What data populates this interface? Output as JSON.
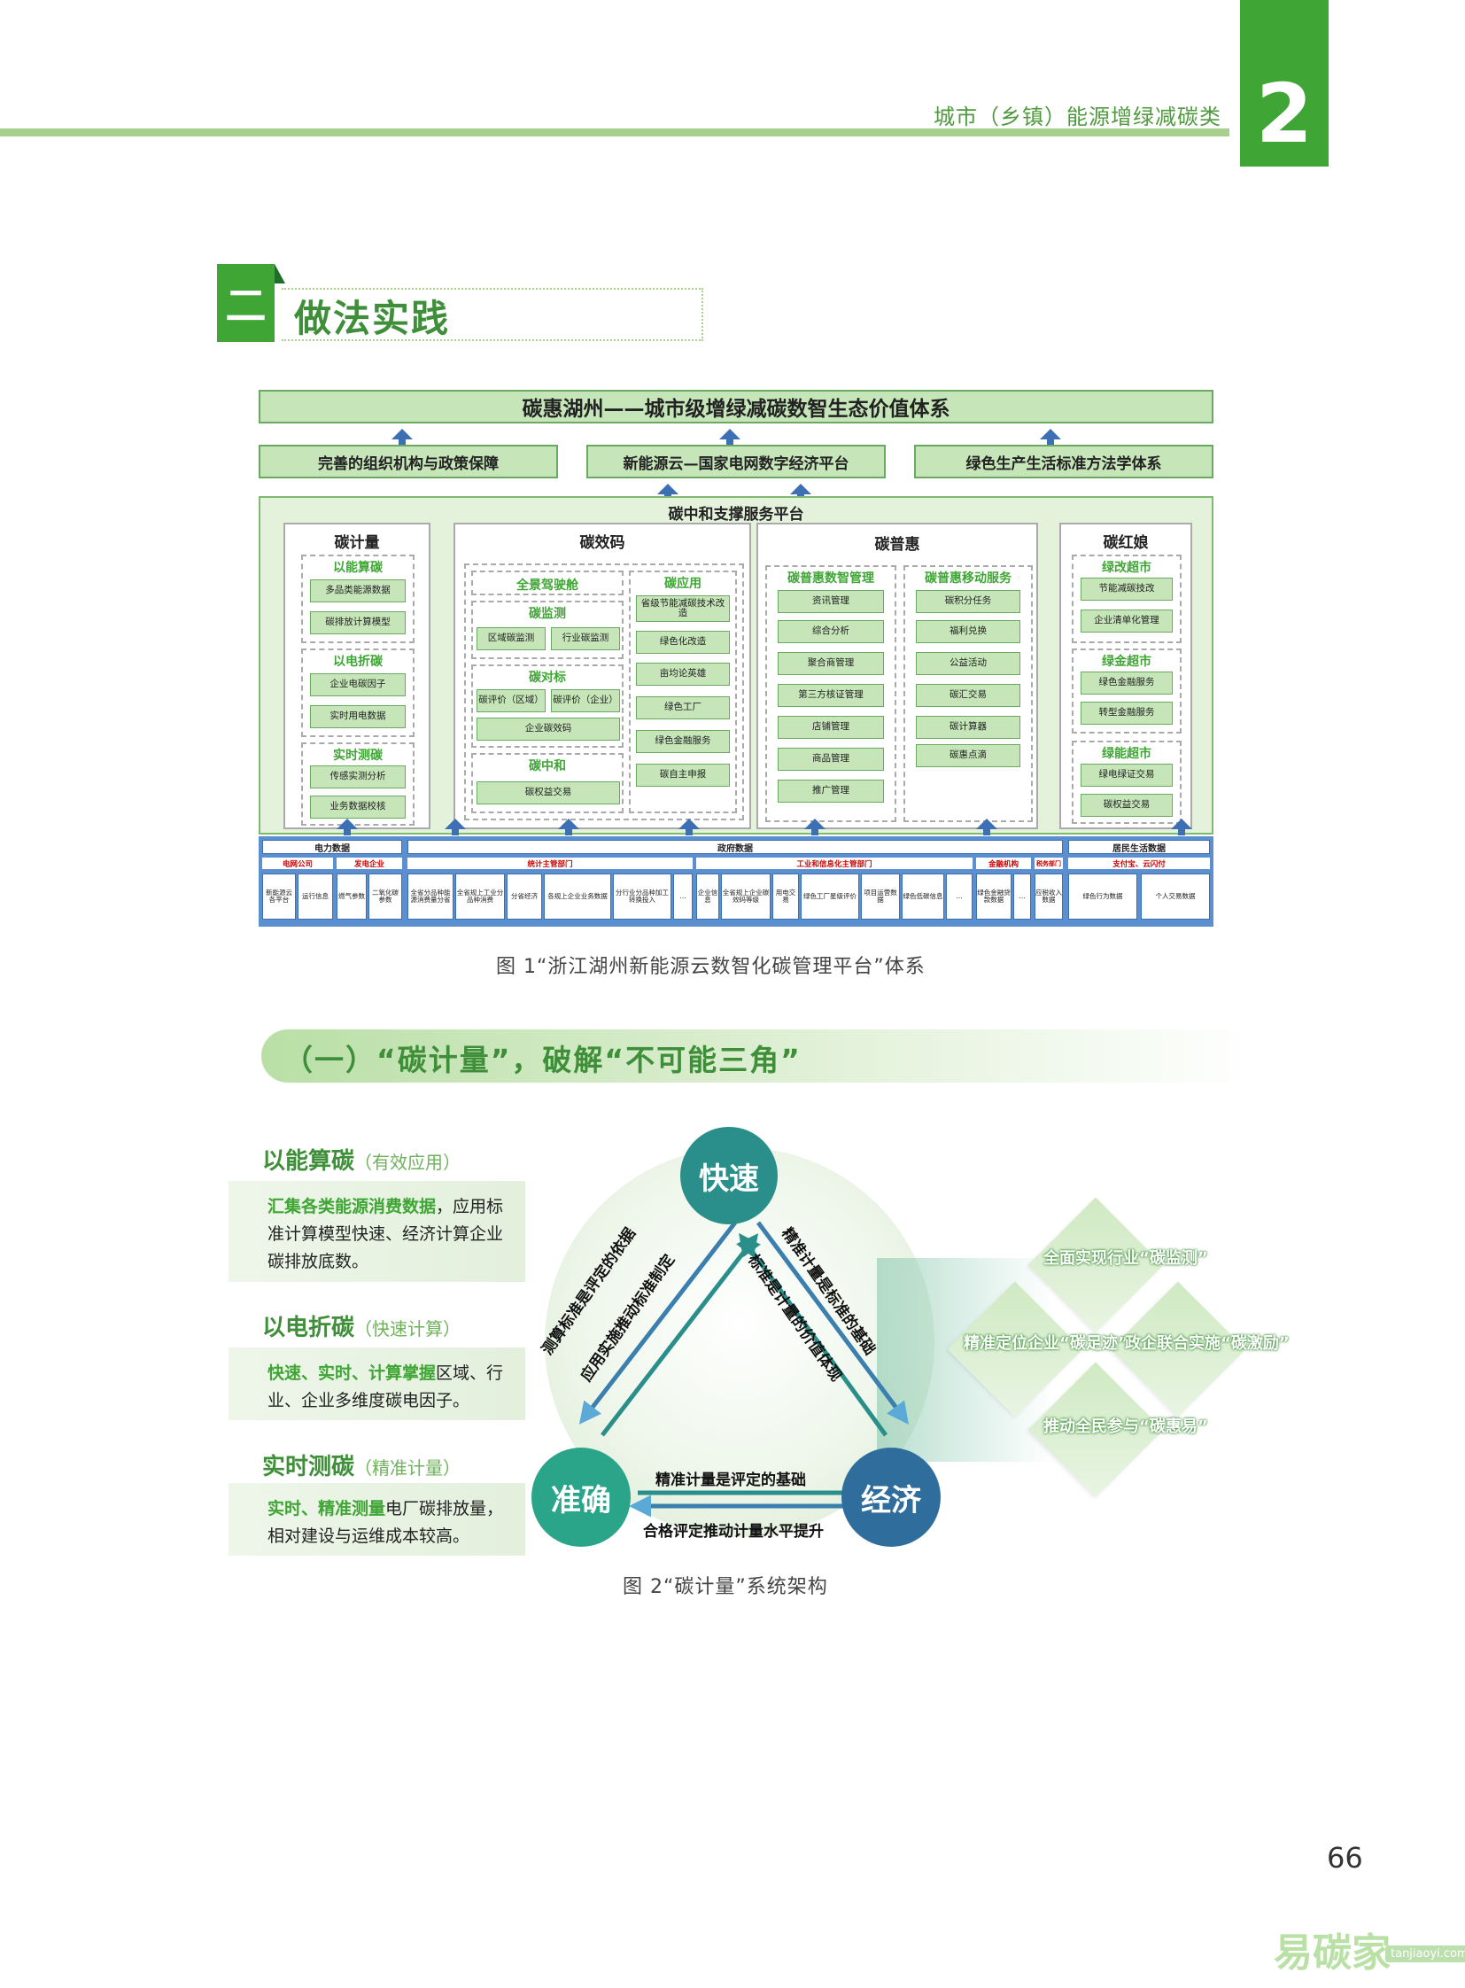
{
  "header": {
    "title": "城市（乡镇）能源增绿减碳类",
    "chapter": "2"
  },
  "section": {
    "number": "二",
    "title": "做法实践"
  },
  "figure1": {
    "top_title": "碳惠湖州——城市级增绿减碳数智生态价值体系",
    "tier2": [
      "完善的组织机构与政策保障",
      "新能源云—国家电网数字经济平台",
      "绿色生产生活标准方法学体系"
    ],
    "platform_title": "碳中和支撑服务平台",
    "col1": {
      "title": "碳计量",
      "groups": [
        {
          "title": "以能算碳",
          "items": [
            "多品类能源数据",
            "碳排放计算模型"
          ]
        },
        {
          "title": "以电折碳",
          "items": [
            "企业电碳因子",
            "实时用电数据"
          ]
        },
        {
          "title": "实时测碳",
          "items": [
            "传感实测分析",
            "业务数据校核"
          ]
        }
      ]
    },
    "col2": {
      "title": "碳效码",
      "left_groups": [
        {
          "title": "全景驾驶舱",
          "items": []
        },
        {
          "title": "碳监测",
          "items": [
            "区域碳监测",
            "行业碳监测"
          ]
        },
        {
          "title": "碳对标",
          "items": [
            "碳评价（区域）",
            "碳评价（企业）",
            "企业碳效码"
          ]
        },
        {
          "title": "碳中和",
          "items": [
            "碳权益交易"
          ]
        }
      ],
      "right_group": {
        "title": "碳应用",
        "items": [
          "省级节能减碳技术改造",
          "绿色化改造",
          "亩均论英雄",
          "绿色工厂",
          "绿色金融服务",
          "碳自主申报"
        ]
      }
    },
    "col3": {
      "title": "碳普惠",
      "left": {
        "title": "碳普惠数智管理",
        "items": [
          "资讯管理",
          "综合分析",
          "聚合商管理",
          "第三方核证管理",
          "店铺管理",
          "商品管理",
          "推广管理"
        ]
      },
      "right": {
        "title": "碳普惠移动服务",
        "items": [
          "碳积分任务",
          "福利兑换",
          "公益活动",
          "碳汇交易",
          "碳计算器",
          "碳惠点滴"
        ]
      }
    },
    "col4": {
      "title": "碳红娘",
      "groups": [
        {
          "title": "绿改超市",
          "items": [
            "节能减碳技改",
            "企业清单化管理"
          ]
        },
        {
          "title": "绿金超市",
          "items": [
            "绿色金融服务",
            "转型金融服务"
          ]
        },
        {
          "title": "绿能超市",
          "items": [
            "绿电绿证交易",
            "碳权益交易"
          ]
        }
      ]
    },
    "data": {
      "heads": [
        "电力数据",
        "政府数据",
        "居民生活数据"
      ],
      "subs": [
        "电网公司",
        "发电企业",
        "统计主管部门",
        "工业和信息化主管部门",
        "金融机构",
        "税务部门",
        "支付宝、云闪付"
      ],
      "cells": [
        "新能源云各平台",
        "运行信息",
        "燃气参数",
        "二氧化碳参数",
        "全省分品种能源消费量分省",
        "全省规上工业分品种消费",
        "分省经济",
        "各规上企业业务数据",
        "分行业分品种加工转换投入",
        "…",
        "企业信息",
        "全省规上企业碳效码等级",
        "用电交易",
        "绿色工厂星级评价",
        "项目运营数据",
        "绿色低碳信息",
        "…",
        "绿色金融贷款数据",
        "…",
        "应税收入数据",
        "绿色行为数据",
        "个人交易数据"
      ]
    },
    "caption": "图 1“浙江湖州新能源云数智化碳管理平台”体系"
  },
  "subsection": {
    "title": "（一）“碳计量”，破解“不可能三角”"
  },
  "figure2": {
    "methods": [
      {
        "title": "以能算碳",
        "paren": "（有效应用）",
        "highlight": "汇集各类能源消费数据",
        "body": "，应用标准计算模型快速、经济计算企业碳排放底数。"
      },
      {
        "title": "以电折碳",
        "paren": "（快速计算）",
        "highlight": "快速、实时、计算掌握",
        "body": "区域、行业、企业多维度碳电因子。"
      },
      {
        "title": "实时测碳",
        "paren": "（精准计量）",
        "prefix": "实时、",
        "highlight": "精准测量",
        "body": "电厂碳排放量，相对建设与运维成本较高。"
      }
    ],
    "nodes": {
      "top": "快速",
      "left": "准确",
      "right": "经济"
    },
    "edges": {
      "left_outer": "测算标准是评定的依据",
      "left_inner": "应用实施推动标准制定",
      "right_outer": "精准计量是标准的基础",
      "right_inner": "标准是计量的价值体现",
      "bottom_top": "精准计量是评定的基础",
      "bottom_bottom": "合格评定推动计量水平提升"
    },
    "diamonds": [
      "全面实现行业“碳监测”",
      "精准定位企业“碳足迹”",
      "政企联合实施“碳激励”",
      "推动全民参与“碳惠易”"
    ],
    "caption": "图 2“碳计量”系统架构"
  },
  "page_number": "66",
  "watermark": {
    "brand": "易碳家",
    "site": "tanjiaoyi.com"
  },
  "colors": {
    "accent_green": "#3fa535",
    "light_green": "#c6e6b9",
    "teal": "#2a8f8a",
    "blue": "#5b8fcf"
  }
}
